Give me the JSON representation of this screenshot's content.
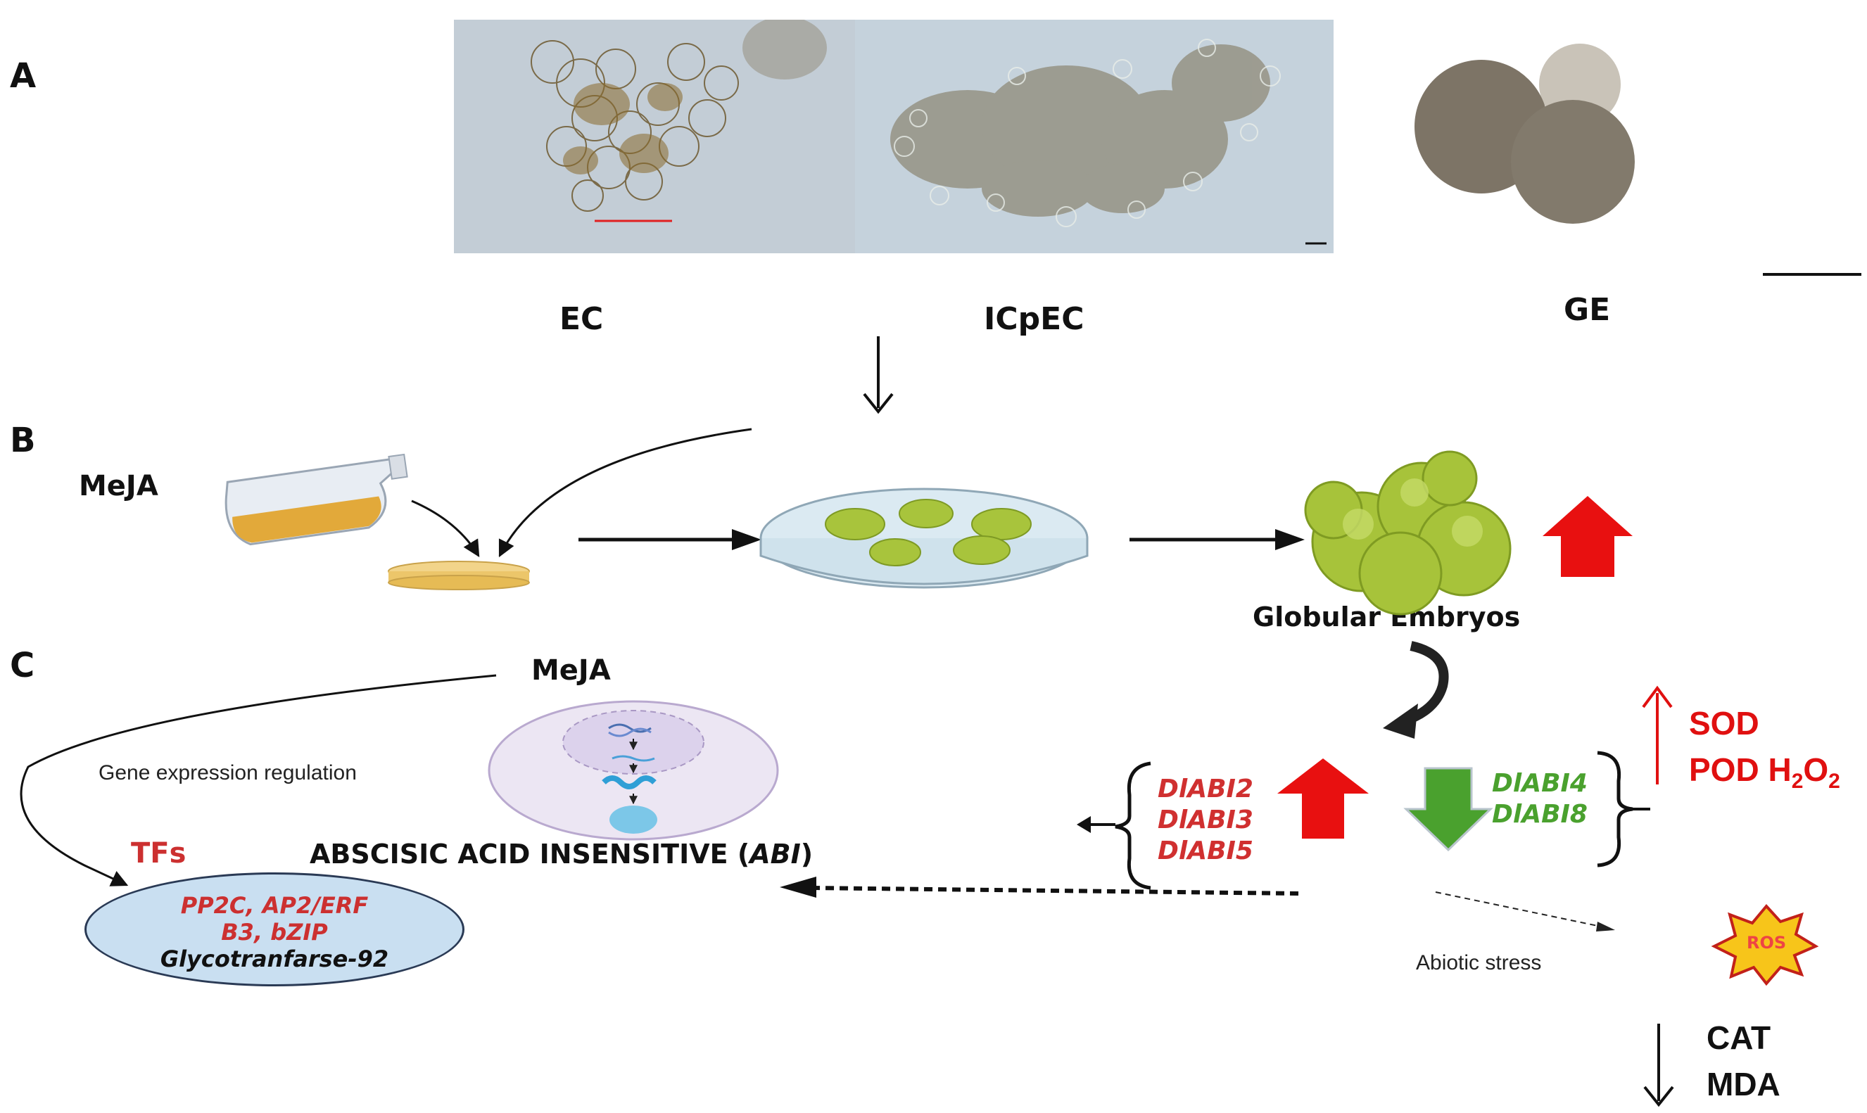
{
  "panels": {
    "a": "A",
    "b": "B",
    "c": "C"
  },
  "panel_a": {
    "img_labels": [
      "EC",
      "ICpEC",
      "GE"
    ]
  },
  "panel_b": {
    "mejja": "MeJA",
    "globular": "Globular Embryos"
  },
  "panel_c": {
    "meja": "MeJA",
    "gene_expr": "Gene expression regulation",
    "abi_prefix": "ABSCISIC ACID INSENSITIVE (",
    "abi_italic": "ABI",
    "abi_suffix": ")",
    "tfs": "TFs",
    "tf_line1": "PP2C, AP2/ERF",
    "tf_line2": "B3, bZIP",
    "tf_line3": "Glycotranfarse-92",
    "up_genes": [
      "DlABI2",
      "DlABI3",
      "DlABI5"
    ],
    "down_genes": [
      "DlABI4",
      "DlABI8"
    ],
    "sod": "SOD",
    "pod": "POD H",
    "h2o2_sub1": "2",
    "h2o2_o": "O",
    "h2o2_sub2": "2",
    "abiotic": "Abiotic stress",
    "ros": "ROS",
    "cat": "CAT",
    "mda": "MDA"
  },
  "colors": {
    "up": "#e01010",
    "down": "#4aa12e",
    "callus": "#a8c43c"
  }
}
